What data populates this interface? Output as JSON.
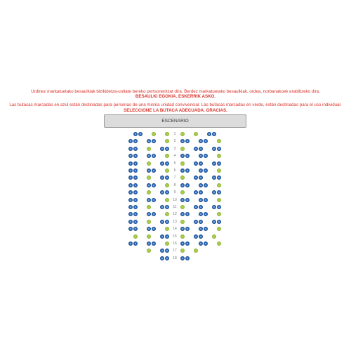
{
  "notices": {
    "line1": "Urdinez markatuetako besaulkiak bizikidetza-unitate bereko pertsonentzat dira. Berdez markatuetako besaulkiak, ordea, norbanakoek erabiltzeko dira.",
    "line2": "BESAULKI EGOKIA. ESKERRIK ASKO.",
    "line3": "Las butacas marcadas en azul están destinadas para personas de una misma unidad convivencial. Las butacas marcadas en verde, están destinadas para el uso individual.",
    "line4": "SELECCIONE LA BUTACA ADECUADA. GRACIAS."
  },
  "stage": {
    "label": "ESCENARIO"
  },
  "colors": {
    "blue_seat": "#2f6fbf",
    "green_seat": "#a8cf4a",
    "notice_text": "#d9342b"
  },
  "seat_map": {
    "rows": [
      {
        "label": "1",
        "left": "BB-G-G",
        "right": "G-G-BB"
      },
      {
        "label": "2",
        "left": "BB-BB-G",
        "right": "BB-BB-G"
      },
      {
        "label": "3",
        "left": "BB-G-BB",
        "right": "G-BB-BB"
      },
      {
        "label": "4",
        "left": "BB-BB-G",
        "right": "BB-BB-G"
      },
      {
        "label": "5",
        "left": "BB-G-BB",
        "right": "G-BB-BB"
      },
      {
        "label": "6",
        "left": "BB-BB-G",
        "right": "BB-BB-G"
      },
      {
        "label": "7",
        "left": "BB-G-BB",
        "right": "G-BB-BB"
      },
      {
        "label": "8",
        "left": "BB-BB-G",
        "right": "BB-BB-G"
      },
      {
        "label": "9",
        "left": "BB-G-BB",
        "right": "G-BB-BB"
      },
      {
        "label": "10",
        "left": "BB-BB-G",
        "right": "BB-BB-G"
      },
      {
        "label": "11",
        "left": "BB-G-BB",
        "right": "G-BB-BB"
      },
      {
        "label": "12",
        "left": "BB-BB-G",
        "right": "BB-BB-G"
      },
      {
        "label": "13",
        "left": "BB-G-BB",
        "right": "G-BB-BB"
      },
      {
        "label": "14",
        "left": "BB-BB-G",
        "right": "BB-BB-G"
      },
      {
        "label": "15",
        "left": "G-G-BB",
        "right": "G-BB-G"
      },
      {
        "label": "16",
        "left": "BB-BB-G",
        "right": "BB-BB-G"
      },
      {
        "label": "17",
        "left": "G-BB",
        "right": "G-G"
      },
      {
        "label": "18",
        "left": "BB",
        "right": "BB"
      }
    ]
  }
}
